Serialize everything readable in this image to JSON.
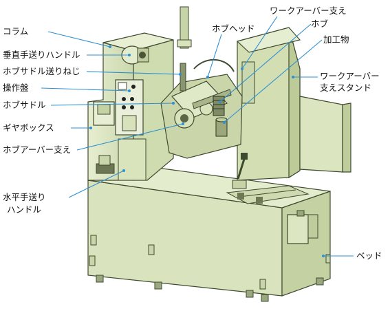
{
  "labels": {
    "column": "コラム",
    "vertical_handle": "垂直手送りハンドル",
    "hob_saddle_screw": "ホブサドル送りねじ",
    "control_panel": "操作盤",
    "hob_saddle": "ホブサドル",
    "gearbox": "ギヤボックス",
    "hob_arbor_support": "ホブアーバー支え",
    "horizontal_handle_1": "水平手送り",
    "horizontal_handle_2": "ハンドル",
    "hob_head": "ホブヘッド",
    "work_arbor_support": "ワークアーバー支え",
    "hob": "ホブ",
    "workpiece": "加工物",
    "work_arbor_stand_1": "ワークアーバー",
    "work_arbor_stand_2": "支えスタンド",
    "bed": "ベッド"
  },
  "colors": {
    "machine_body": "#dfe8c7",
    "machine_shadow": "#b9c79c",
    "machine_dark": "#4e5a3c",
    "leader_line": "#2f8fd0"
  }
}
